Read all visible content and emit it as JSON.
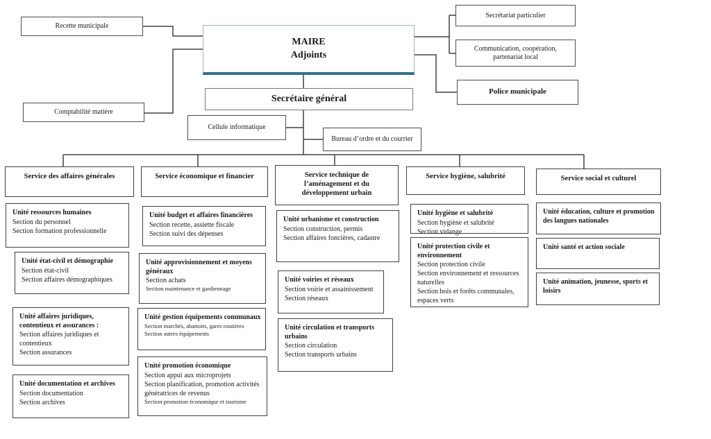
{
  "palette": {
    "accent": "#2e7189",
    "line": "#404040"
  },
  "boxes": {
    "recette": "Recette municipale",
    "comptabilite": "Comptabilité matière",
    "maire_line1": "MAIRE",
    "maire_line2": "Adjoints",
    "secretariat": "Secrétariat particulier",
    "communication": "Communication, coopération, partenariat local",
    "police": "Police municipale",
    "secretaire_general": "Secrétaire général",
    "cellule": "Cellule informatique",
    "bureau": "Bureau d’ordre et du courrier"
  },
  "services": [
    "Service des affaires générales",
    "Service économique et financier",
    "Service technique de l’aménagement et du développement urbain",
    "Service hygiène, salubrité",
    "Service social et culturel"
  ],
  "columns": [
    {
      "units": [
        {
          "title": "Unité ressources humaines",
          "sections": [
            "Section du personnel",
            "Section formation professionnelle"
          ]
        },
        {
          "title": "Unité état-civil et démographie",
          "sections": [
            "Section état-civil",
            "Section affaires démographiques"
          ]
        },
        {
          "title": "Unité affaires juridiques, contentieux et assurances :",
          "sections": [
            "Section affaires juridiques et contentieux",
            "Section assurances"
          ]
        },
        {
          "title": "Unité documentation et archives",
          "sections": [
            "Section documentation",
            "Section archives"
          ]
        }
      ]
    },
    {
      "units": [
        {
          "title": "Unité budget et affaires financières",
          "sections": [
            "Section recette, assiette fiscale",
            "Section suivi des dépenses"
          ]
        },
        {
          "title": "Unité approvisionnement et moyens généraux",
          "sections": [
            "Section achats",
            "Section maintenance et gardiennage"
          ]
        },
        {
          "title": "Unité gestion équipements communaux",
          "sections": [
            "Section marchés, abattoirs, gares routières",
            "Section autres équipements"
          ]
        },
        {
          "title": "Unité promotion économique",
          "sections": [
            "Section appui aux microprojets",
            "Section planification, promotion activités génératrices de revenus",
            "Section promotion économique et tourisme"
          ]
        }
      ]
    },
    {
      "units": [
        {
          "title": "Unité urbanisme et construction",
          "sections": [
            "Section construction, permis",
            "Section affaires foncières, cadastre"
          ]
        },
        {
          "title": "Unité voiries et réseaux",
          "sections": [
            "Section voirie et assainissement",
            "Section réseaux"
          ]
        },
        {
          "title": "Unité circulation et transports urbains",
          "sections": [
            "Section circulation",
            "Section transports urbains"
          ]
        }
      ]
    },
    {
      "units": [
        {
          "title": "Unité hygiène et salubrité",
          "sections": [
            "Section hygiène et salubrité",
            "Section vidange"
          ]
        },
        {
          "title": "Unité protection civile et environnement",
          "sections": [
            "Section protection civile",
            "Section environnement et ressources naturelles",
            "Section bois et forêts communales, espaces verts"
          ]
        }
      ]
    },
    {
      "units": [
        {
          "title": "Unité éducation, culture et promotion des langues nationales",
          "sections": []
        },
        {
          "title": "Unité santé et action sociale",
          "sections": []
        },
        {
          "title": "Unité animation, jeunesse, sports et loisirs",
          "sections": []
        }
      ]
    }
  ]
}
